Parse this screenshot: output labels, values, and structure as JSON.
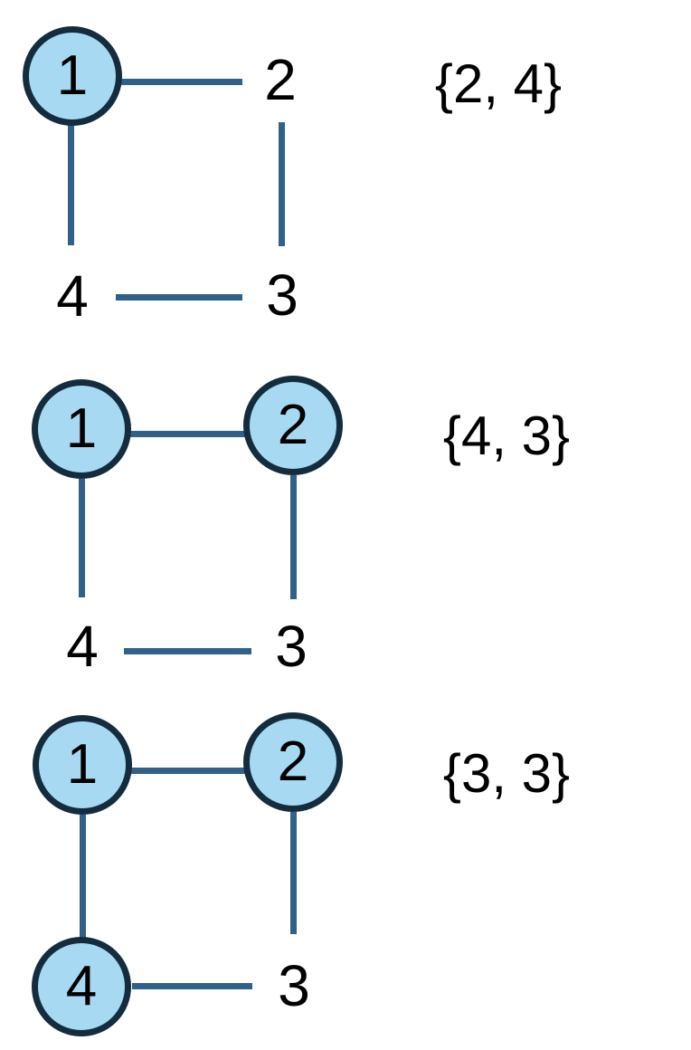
{
  "figure": {
    "colors": {
      "background": "#ffffff",
      "node_fill": "#a7daf2",
      "node_stroke": "#142c3e",
      "edge": "#316189",
      "text": "#000000"
    },
    "graphs": [
      {
        "set_label": "{2, 4}",
        "nodes": {
          "n1": {
            "label": "1",
            "highlighted": true
          },
          "n2": {
            "label": "2",
            "highlighted": false
          },
          "n3": {
            "label": "3",
            "highlighted": false
          },
          "n4": {
            "label": "4",
            "highlighted": false
          }
        },
        "edges": [
          "1-2",
          "2-3",
          "4-3",
          "1-4"
        ]
      },
      {
        "set_label": "{4, 3}",
        "nodes": {
          "n1": {
            "label": "1",
            "highlighted": true
          },
          "n2": {
            "label": "2",
            "highlighted": true
          },
          "n3": {
            "label": "3",
            "highlighted": false
          },
          "n4": {
            "label": "4",
            "highlighted": false
          }
        },
        "edges": [
          "1-2",
          "2-3",
          "4-3",
          "1-4"
        ]
      },
      {
        "set_label": "{3, 3}",
        "nodes": {
          "n1": {
            "label": "1",
            "highlighted": true
          },
          "n2": {
            "label": "2",
            "highlighted": true
          },
          "n3": {
            "label": "3",
            "highlighted": false
          },
          "n4": {
            "label": "4",
            "highlighted": true
          }
        },
        "edges": [
          "1-2",
          "2-3",
          "4-3",
          "1-4"
        ]
      }
    ]
  }
}
